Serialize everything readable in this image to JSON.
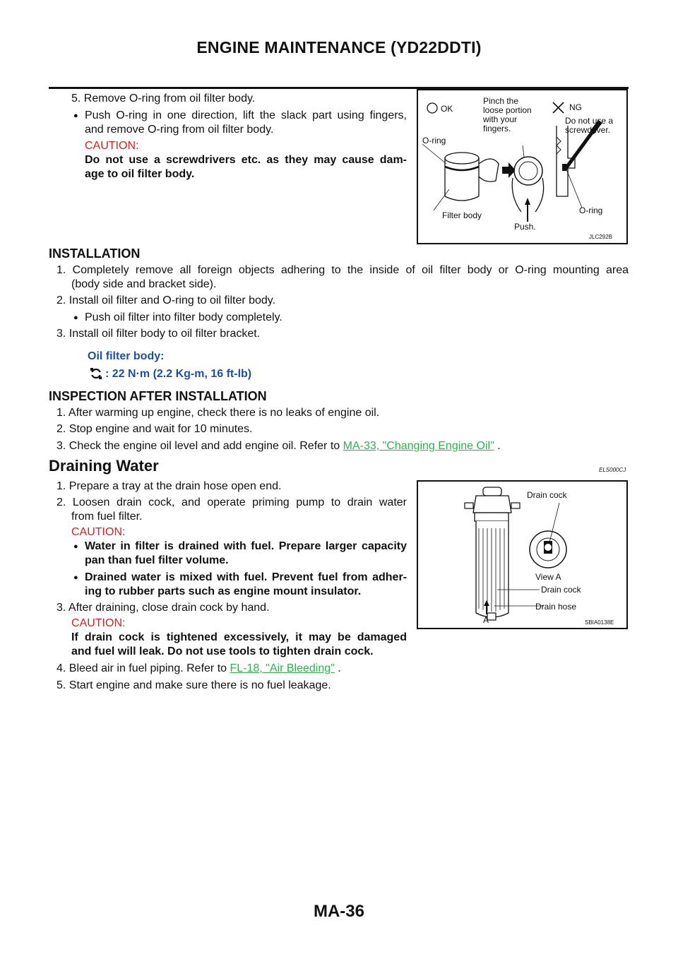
{
  "header": {
    "title": "ENGINE MAINTENANCE (YD22DDTI)"
  },
  "step5": {
    "title": "5. Remove O-ring from oil filter body.",
    "bullet_line1": "Push O-ring in one direction, lift the slack part using fingers,",
    "bullet_line2": "and remove O-ring from oil filter body.",
    "caution_label": "CAUTION:",
    "caution_line1": "Do not use a screwdrivers etc. as they may cause dam-",
    "caution_line2": "age to oil filter body."
  },
  "figure1": {
    "ok": "OK",
    "ng": "NG",
    "pinch": [
      "Pinch the",
      "loose portion",
      "with your",
      "fingers."
    ],
    "do_not": [
      "Do not use a",
      "screwdriver."
    ],
    "oring_left": "O-ring",
    "oring_right": "O-ring",
    "filter_body": "Filter body",
    "push": "Push.",
    "id": "JLC292B"
  },
  "installation": {
    "heading": "INSTALLATION",
    "step1_line1": "1.  Completely remove all foreign objects adhering to the inside of oil filter body or O-ring mounting area",
    "step1_line2": "(body side and bracket side).",
    "step2": "2.  Install oil filter and O-ring to oil filter body.",
    "step2_bullet": "Push oil filter into filter body completely.",
    "step3": "3.  Install oil filter body to oil filter bracket.",
    "spec_label": "Oil filter body:",
    "spec_value": ": 22 N·m (2.2 Kg-m, 16 ft-lb)"
  },
  "inspection": {
    "heading": "INSPECTION AFTER INSTALLATION",
    "step1": "1.  After warming up engine, check there is no leaks of engine oil.",
    "step2": "2.  Stop engine and wait for 10 minutes.",
    "step3_text": "3.  Check the engine oil level and add engine oil. Refer to ",
    "step3_link": "MA-33, \"Changing Engine Oil\"",
    "step3_end": " ."
  },
  "draining": {
    "heading": "Draining Water",
    "code": "ELS000CJ",
    "step1": "1.  Prepare a tray at the drain hose open end.",
    "step2_line1": "2.  Loosen drain cock, and operate priming pump to drain water",
    "step2_line2": "from fuel filter.",
    "caution_label": "CAUTION:",
    "b1_line1": "Water in filter is drained with fuel. Prepare larger capacity",
    "b1_line2": "pan than fuel filter volume.",
    "b2_line1": "Drained water is mixed with fuel. Prevent fuel from adher-",
    "b2_line2": "ing to rubber parts such as engine mount insulator.",
    "step3": "3.  After draining, close drain cock by hand.",
    "caution2_label": "CAUTION:",
    "c2_line1": "If drain cock is tightened excessively, it may be damaged",
    "c2_line2": "and fuel will leak. Do not use tools to tighten drain cock.",
    "step4_text": "4.  Bleed air in fuel piping. Refer to ",
    "step4_link": "FL-18, \"Air Bleeding\"",
    "step4_end": " .",
    "step5": "5.  Start engine and make sure there is no fuel leakage."
  },
  "figure2": {
    "drain_cock_top": "Drain cock",
    "view_a": "View A",
    "drain_cock": "Drain cock",
    "drain_hose": "Drain hose",
    "a": "A",
    "id": "SBIA0138E"
  },
  "footer": {
    "page": "MA-36"
  }
}
